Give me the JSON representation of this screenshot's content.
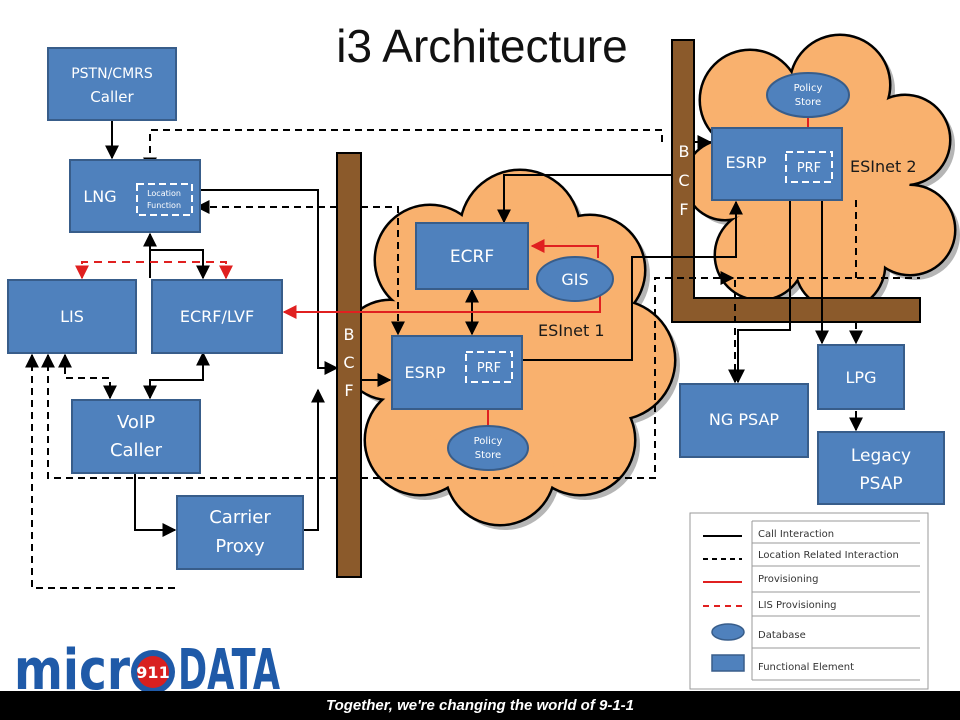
{
  "title": "i3 Architecture",
  "elements": {
    "pstn_caller": [
      "PSTN/CMRS",
      "Caller"
    ],
    "lng": "LNG",
    "location_function": [
      "Location",
      "Function"
    ],
    "lis": "LIS",
    "ecrf_lvf": "ECRF/LVF",
    "voip_caller": [
      "VoIP",
      "Caller"
    ],
    "carrier_proxy": [
      "Carrier",
      "Proxy"
    ],
    "ecrf": "ECRF",
    "gis": "GIS",
    "esrp1": "ESRP",
    "prf1": "PRF",
    "policy_store1": [
      "Policy",
      "Store"
    ],
    "esinet1": "ESInet 1",
    "esrp2": "ESRP",
    "prf2": "PRF",
    "policy_store2": [
      "Policy",
      "Store"
    ],
    "esinet2": "ESInet 2",
    "lpg": "LPG",
    "ng_psap": "NG PSAP",
    "legacy_psap": [
      "Legacy",
      "PSAP"
    ],
    "bcf1": [
      "B",
      "C",
      "F"
    ],
    "bcf2": [
      "B",
      "C",
      "F"
    ]
  },
  "legend": [
    {
      "label": "Call Interaction",
      "style": "solid"
    },
    {
      "label": "Location Related Interaction",
      "style": "dashed"
    },
    {
      "label": "Provisioning",
      "style": "red-solid"
    },
    {
      "label": "LIS Provisioning",
      "style": "red-dashed"
    },
    {
      "label": "Database",
      "style": "ellipse"
    },
    {
      "label": "Functional Element",
      "style": "rect"
    }
  ],
  "logo": {
    "left": "micr",
    "badge": "911",
    "right": "DATA"
  },
  "footer": "Together, we're changing the world of 9-1-1",
  "colors": {
    "element": "#4f81bd",
    "element_border": "#385d8a",
    "cloud": "#f9b16e",
    "bcf": "#8b5a2b",
    "provisioning": "#e02020",
    "logo_blue": "#1f5aa8",
    "logo_red": "#d82020"
  }
}
